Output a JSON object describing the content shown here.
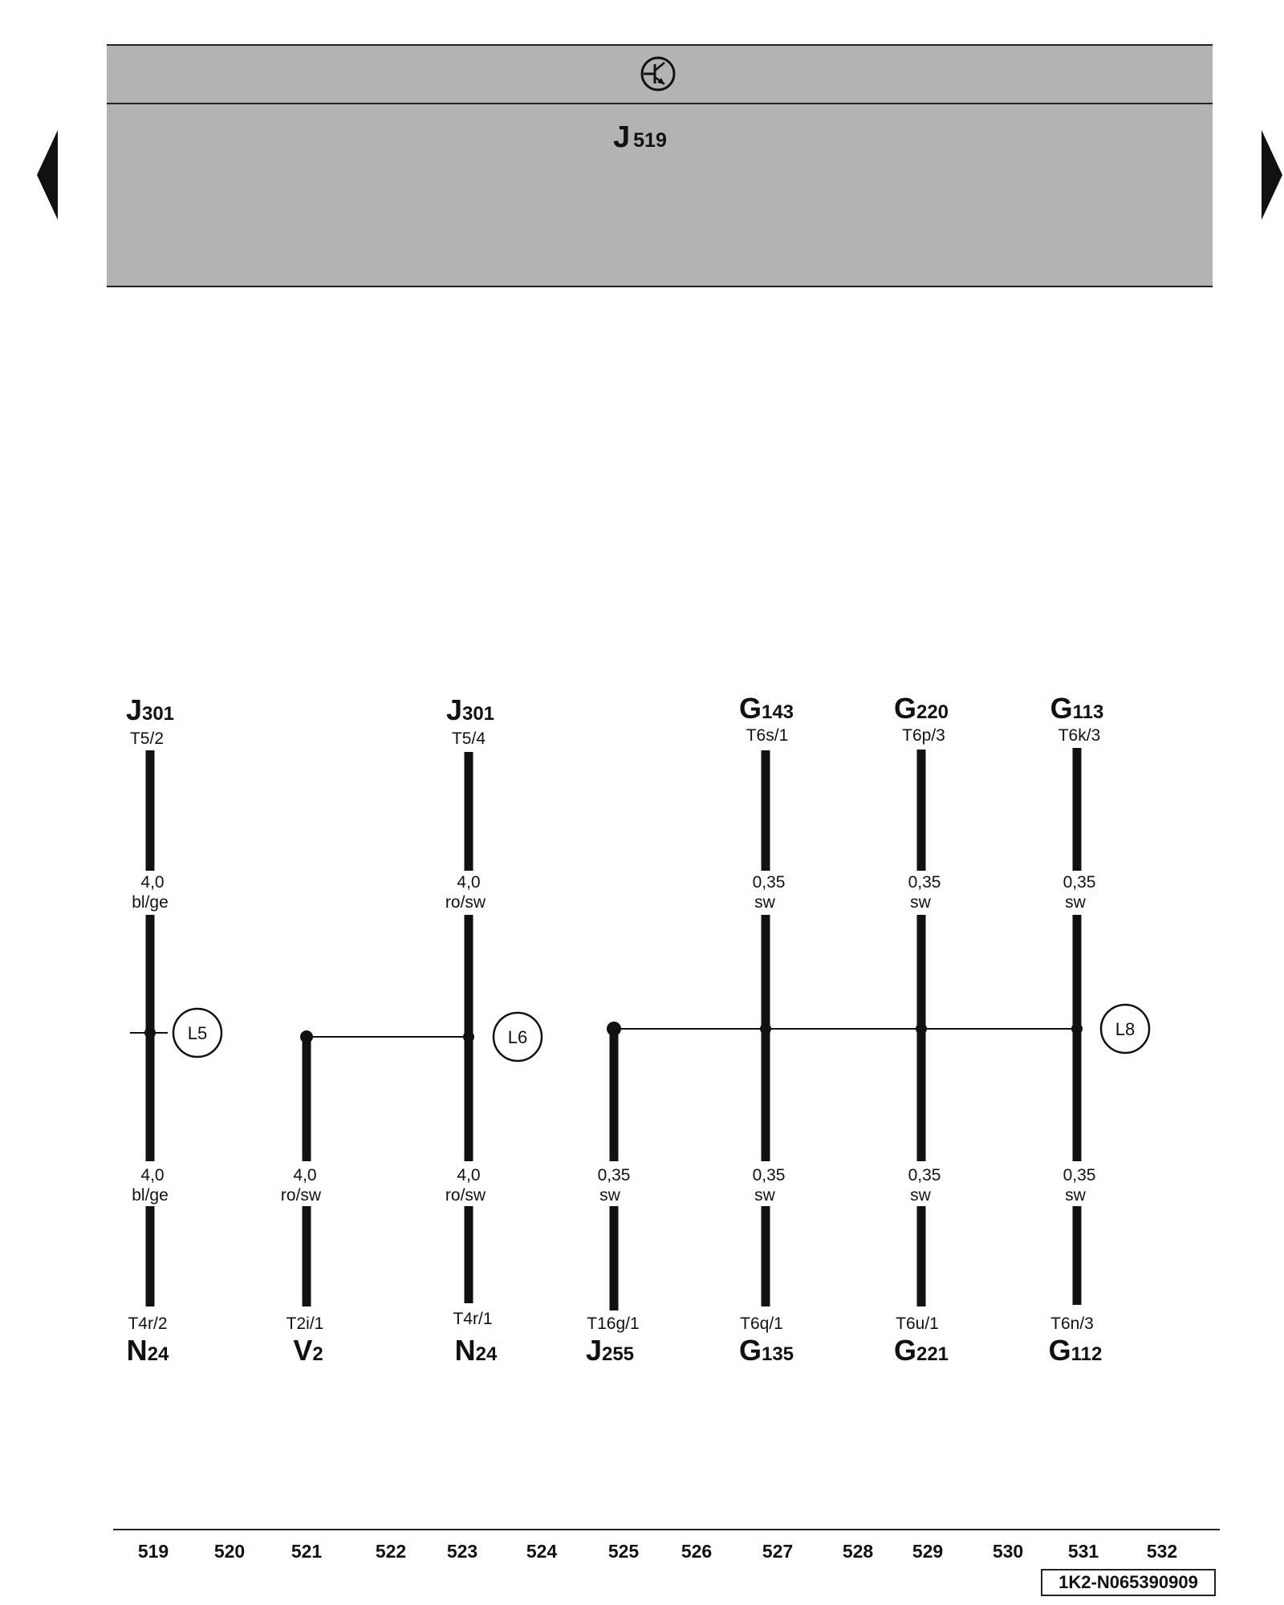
{
  "header": {
    "symbol_icon": "transistor-icon",
    "controller": {
      "letter": "J",
      "sub": "519"
    }
  },
  "navigation": {
    "prev_icon": "triangle-left-icon",
    "next_icon": "triangle-right-icon"
  },
  "wires": [
    {
      "id": "w519",
      "top": {
        "letter": "J",
        "sub": "301",
        "pin": "T5/2"
      },
      "upper": {
        "cs": "4,0",
        "color": "bl/ge"
      },
      "lower": {
        "cs": "4,0",
        "color": "bl/ge"
      },
      "bottom": {
        "letter": "N",
        "sub": "24",
        "pin": "T4r/2"
      }
    },
    {
      "id": "w521",
      "top": null,
      "upper": null,
      "lower": {
        "cs": "4,0",
        "color": "ro/sw"
      },
      "bottom": {
        "letter": "V",
        "sub": "2",
        "pin": "T2i/1"
      }
    },
    {
      "id": "w523",
      "top": {
        "letter": "J",
        "sub": "301",
        "pin": "T5/4"
      },
      "upper": {
        "cs": "4,0",
        "color": "ro/sw"
      },
      "lower": {
        "cs": "4,0",
        "color": "ro/sw"
      },
      "bottom": {
        "letter": "N",
        "sub": "24",
        "pin": "T4r/1"
      }
    },
    {
      "id": "w525",
      "top": null,
      "upper": null,
      "lower": {
        "cs": "0,35",
        "color": "sw"
      },
      "bottom": {
        "letter": "J",
        "sub": "255",
        "pin": "T16g/1"
      }
    },
    {
      "id": "w527",
      "top": {
        "letter": "G",
        "sub": "143",
        "pin": "T6s/1"
      },
      "upper": {
        "cs": "0,35",
        "color": "sw"
      },
      "lower": {
        "cs": "0,35",
        "color": "sw"
      },
      "bottom": {
        "letter": "G",
        "sub": "135",
        "pin": "T6q/1"
      }
    },
    {
      "id": "w529",
      "top": {
        "letter": "G",
        "sub": "220",
        "pin": "T6p/3"
      },
      "upper": {
        "cs": "0,35",
        "color": "sw"
      },
      "lower": {
        "cs": "0,35",
        "color": "sw"
      },
      "bottom": {
        "letter": "G",
        "sub": "221",
        "pin": "T6u/1"
      }
    },
    {
      "id": "w531",
      "top": {
        "letter": "G",
        "sub": "113",
        "pin": "T6k/3"
      },
      "upper": {
        "cs": "0,35",
        "color": "sw"
      },
      "lower": {
        "cs": "0,35",
        "color": "sw"
      },
      "bottom": {
        "letter": "G",
        "sub": "112",
        "pin": "T6n/3"
      }
    }
  ],
  "loops": [
    "L5",
    "L6",
    "L8"
  ],
  "ruler": {
    "ticks": [
      "519",
      "520",
      "521",
      "522",
      "523",
      "524",
      "525",
      "526",
      "527",
      "528",
      "529",
      "530",
      "531",
      "532"
    ]
  },
  "doc_id": "1K2-N065390909"
}
